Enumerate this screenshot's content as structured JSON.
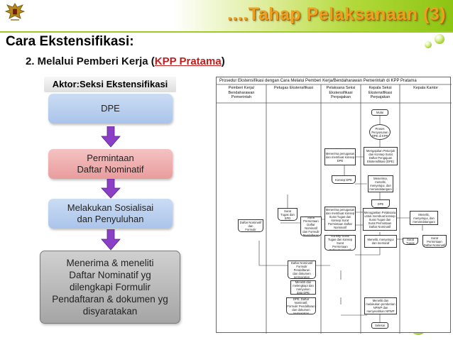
{
  "header": {
    "slide_title": "....Tahap Pelaksanaan (3)",
    "emblem_icon": "garuda-emblem-icon",
    "accent_color": "#9ccc26",
    "title_color": "#f0a020"
  },
  "heading": "Cara Ekstensifikasi:",
  "subheading": {
    "prefix": "2. Melalui Pemberi Kerja (",
    "highlight": "KPP Pratama",
    "suffix": ")"
  },
  "actor_label": "Aktor:Seksi Ekstensifikasi",
  "steps": [
    {
      "label": "DPE"
    },
    {
      "label": "Permintaan\nDaftar Nominatif"
    },
    {
      "label": "Melakukan Sosialisai\ndan Penyuluhan"
    },
    {
      "label": "Menerima & meneliti\nDaftar Nominatif yg\ndilengkapi Formulir\nPendaftaran & dokumen yg\ndisyaratakan"
    }
  ],
  "flowchart": {
    "title": "Prosedur Ekstensifikasi dengan Cara Melalui Pemberi Kerja/Bendaharawan Pemerintah di KPP Pratama",
    "lanes": [
      "Pemberi Kerja/\nBendaharawan Pemerintah",
      "Petugas Ekstensifikasi",
      "Pelaksana Seksi\nEkstensifikasi\nPerpajakan",
      "Kepala Seksi\nEkstensifikasi\nPerpajakan",
      "Kepala Kantor"
    ],
    "nodes": {
      "mulai": "Mulai",
      "proses_dpe": "Proses\nPenyusunan\nDPE di KPP",
      "menerima_penugasan": "Menerima penugasan\ndan membuat konsep\nDPE",
      "konsep_dpe": "Konsep DPE",
      "mengajukan": "Mengajukan Petunjuk\ndan Konsep Surat\nDaftar Pengajuan\nEkstensifikasi (DPE)",
      "menerima_kirim": "Menerima,\nmeneliti,\nmenyetujui, dan\nmenandatangani",
      "dpe": "DPE",
      "membuat_surat": "Menerima penugasan\ndan membuat konsep\nSurat Tugas dan\nkonsep Surat\nPermintaan Daftar\nNominatif",
      "menugaskan": "Menugaskan Pelaksana\nuntuk membuat konsep\nSurat Tugas dan\nSurat Permintaan\nDaftar Nominatif",
      "surat_tugas": "Surat\nTugas dan\nSPD",
      "konsep_surat": "Konsep Surat\nTugas dan konsep Surat\nPermintaan\nDaftar Nominatif",
      "meneliti_paraf": "Meneliti, menyetujui\ndan memaraf",
      "meneliti_kk": "Meneliti,\nmenyetujui, dan\nmenandatangani",
      "surat_tugas2": "Surat Tugas",
      "surat_permintaan": "Surat\nPermintaan\nDaftar Nominatif",
      "surat_permintaan_pk": "Surat Permintaan\nDaftar Nominatif dan\nFormulir Pendaftaran",
      "surat_permintaan_pe": "Surat\nPermintaan\nDaftar Nominatif\ndan Formulir\nPendaftaran",
      "daftar_nominatif": "Daftar Nominatif\nFormulir Pendaftaran\ndan dokumen\npersyaratan",
      "meneliti_lengkap": "Meneliti dan\nmelengkapi dan\nmenyusun\ndata DPE",
      "dpe_daftar": "DPE, Daftar Nominatif,\nFormulir Pendaftaran\ndan dokumen\npersyaratan",
      "meneliti_pemberian": "Meneliti dan\nmelakukan pemberian\nNPWP dan\nmenyerahkan NPWP",
      "selesai": "Selesai"
    }
  }
}
